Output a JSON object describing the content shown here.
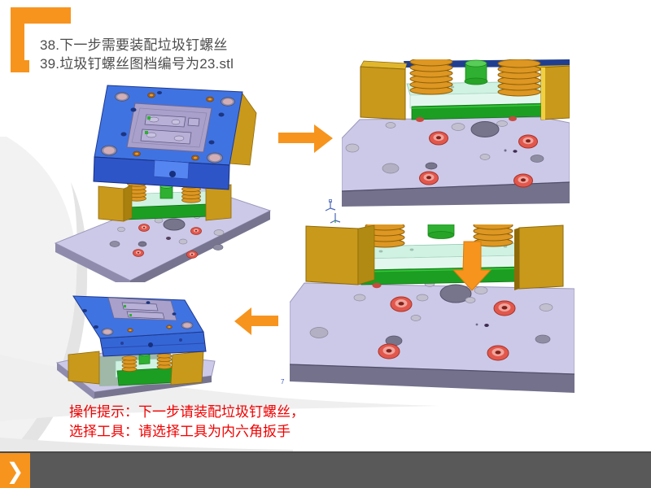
{
  "slide": {
    "header": {
      "lines": [
        "38.下一步需要装配垃圾钉螺丝",
        "39.垃圾钉螺丝图档编号为23.stl"
      ]
    },
    "notes": {
      "line1": "操作提示：下一步请装配垃圾钉螺丝，",
      "line2": "选择工具：请选择工具为内六角扳手"
    },
    "footer": {
      "chevron": "❯"
    },
    "annotations": {
      "axis_digit": "7"
    },
    "colors": {
      "accent_orange": "#F7941D",
      "footer_gray": "#595959",
      "note_red": "#F20000",
      "title_gray": "#4D4D4D",
      "cad_blue": "#4073E2",
      "cad_navy": "#1E3A8F",
      "cad_yellow": "#C9991C",
      "cad_spring_gold": "#DD9722",
      "cad_green": "#1FA32A",
      "cad_mint": "#CFF2E2",
      "cad_lavender": "#CCC9E8",
      "cad_slate": "#73718C",
      "cad_screw_red": "#E2574C",
      "cad_insert_purple": "#A9A1CB"
    }
  }
}
